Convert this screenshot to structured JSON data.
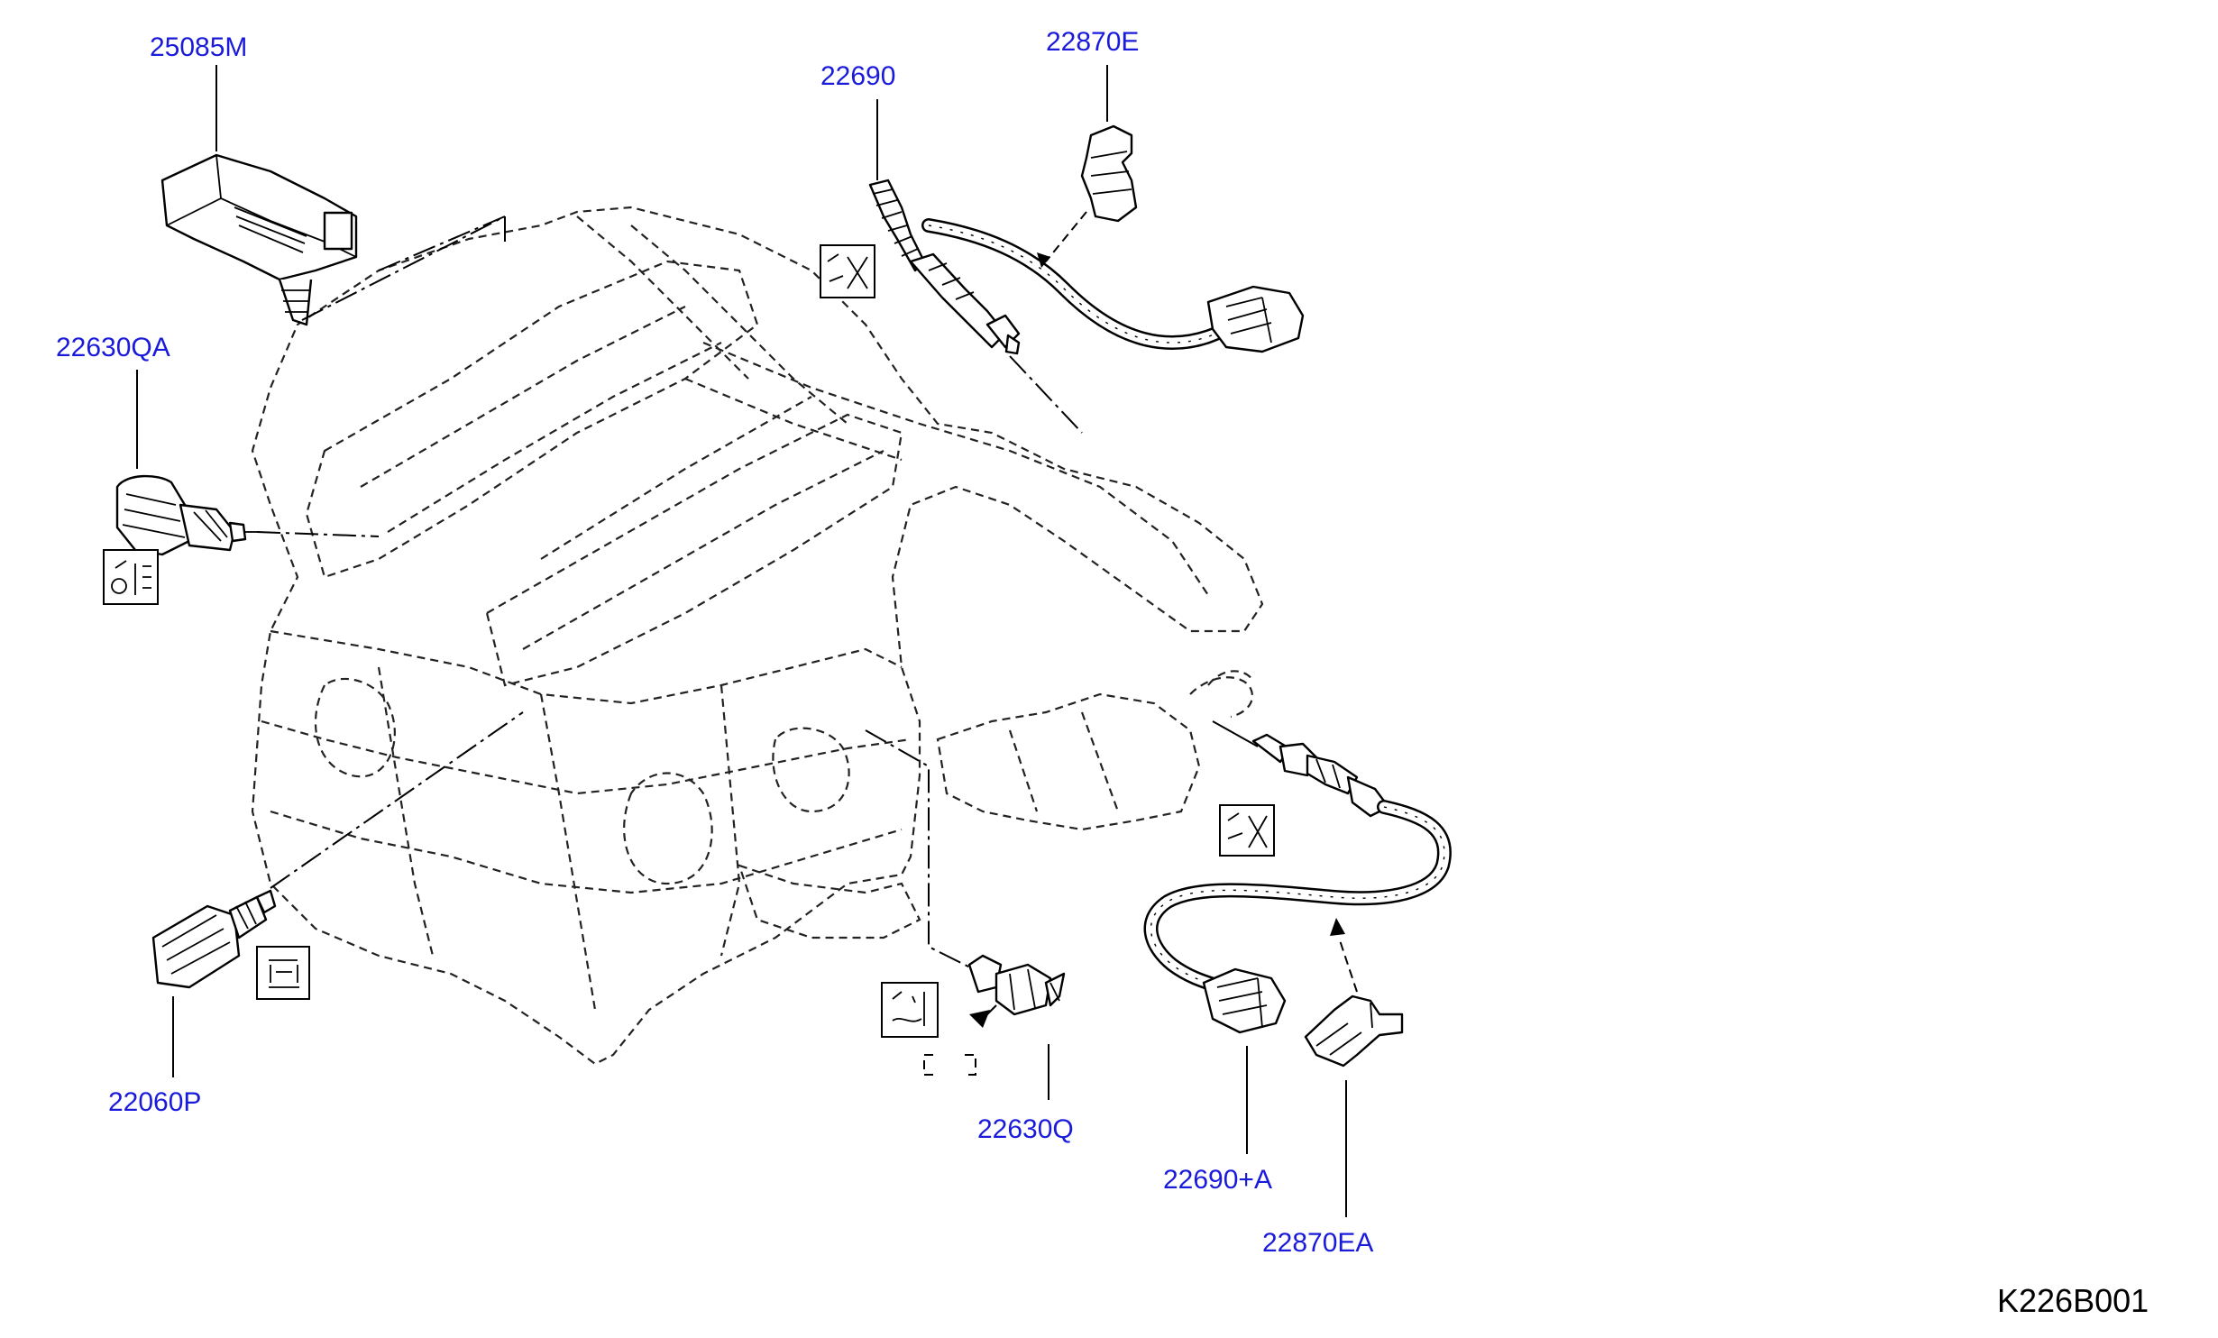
{
  "diagram": {
    "code": "K226B001",
    "label_color": "#1a1adb"
  },
  "parts": [
    {
      "id": "p25085M",
      "part_no": "25085M",
      "icon": "map-sensor-icon"
    },
    {
      "id": "p22630QA",
      "part_no": "22630QA",
      "icon": "temperature-sensor-icon"
    },
    {
      "id": "p22060P",
      "part_no": "22060P",
      "icon": "knock-sensor-icon"
    },
    {
      "id": "p22690",
      "part_no": "22690",
      "icon": "oxygen-sensor-icon"
    },
    {
      "id": "p22870E",
      "part_no": "22870E",
      "icon": "harness-clip-icon"
    },
    {
      "id": "p22630Q",
      "part_no": "22630Q",
      "icon": "temperature-sensor-icon"
    },
    {
      "id": "p22690A",
      "part_no": "22690+A",
      "icon": "oxygen-sensor-icon"
    },
    {
      "id": "p22870EA",
      "part_no": "22870EA",
      "icon": "harness-clip-icon"
    }
  ]
}
